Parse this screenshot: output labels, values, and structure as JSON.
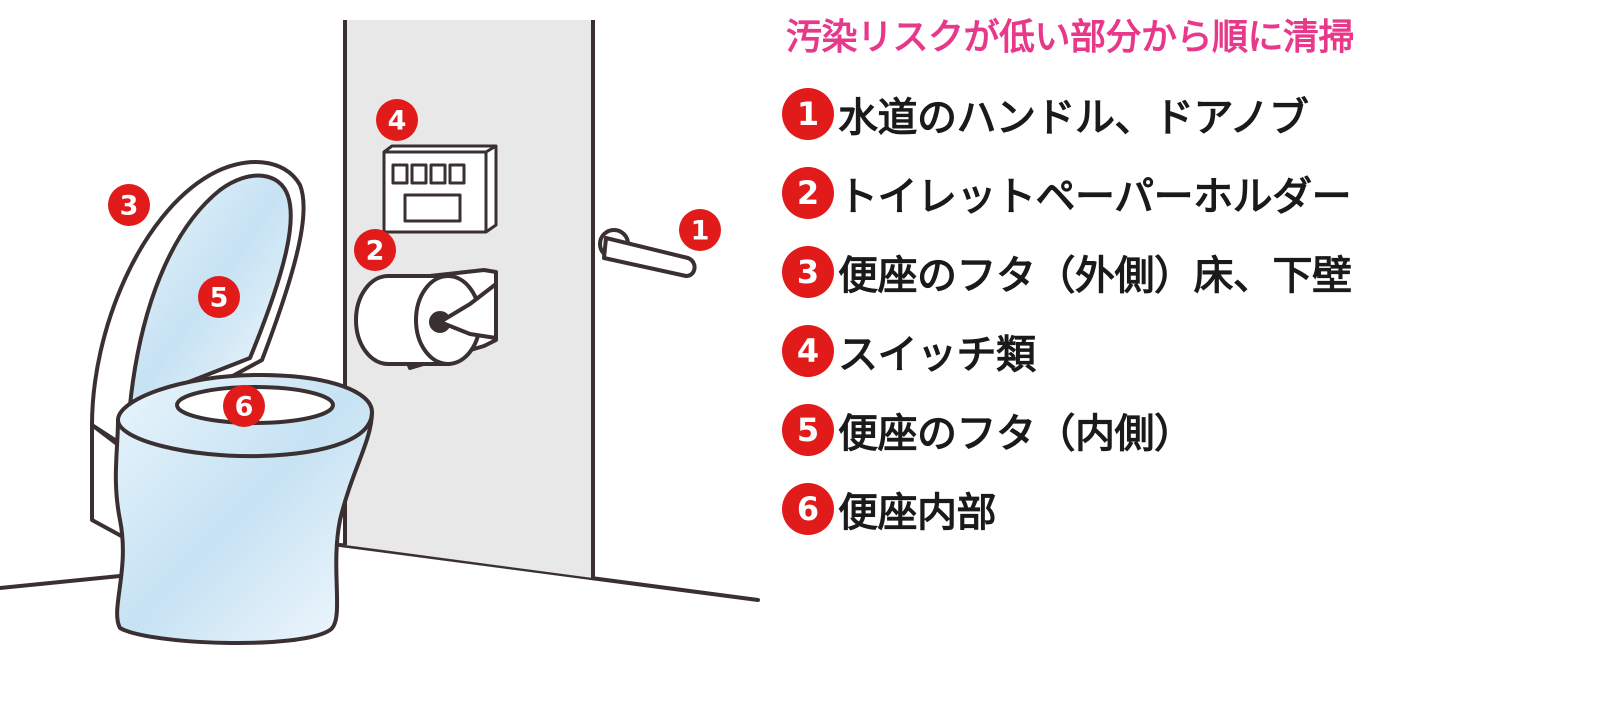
{
  "legend": {
    "title": "汚染リスクが低い部分から順に清掃",
    "items": [
      {
        "number": "1",
        "text": "水道のハンドル、ドアノブ"
      },
      {
        "number": "2",
        "text": "トイレットペーパーホルダー"
      },
      {
        "number": "3",
        "text": "便座のフタ（外側）床、下壁"
      },
      {
        "number": "4",
        "text": "スイッチ類"
      },
      {
        "number": "5",
        "text": "便座のフタ（内側）"
      },
      {
        "number": "6",
        "text": "便座内部"
      }
    ]
  },
  "markers": [
    "1",
    "2",
    "3",
    "4",
    "5",
    "6"
  ],
  "colors": {
    "title": "#e8388a",
    "badge": "#e11a1a",
    "line": "#3a3031",
    "wall": "#e8e8e8",
    "toilet_glass": "#cfe8f6"
  }
}
